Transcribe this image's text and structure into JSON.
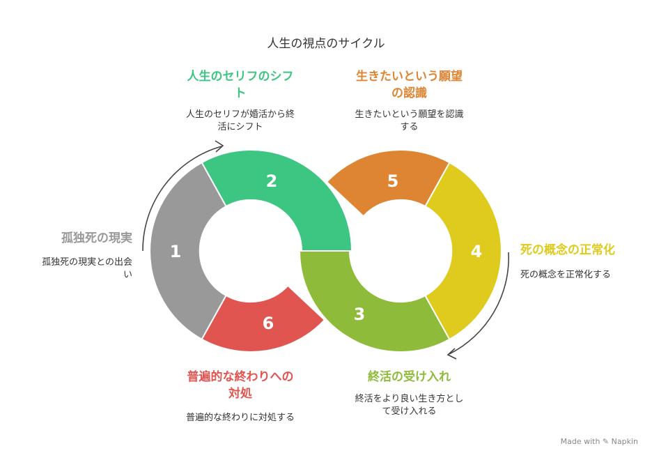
{
  "title": "人生の視点のサイクル",
  "colors": {
    "seg1": "#999999",
    "seg2": "#3dc582",
    "seg3": "#8fbb3b",
    "seg4": "#decb1e",
    "seg5": "#de8533",
    "seg6": "#e15551",
    "arrow": "#444444"
  },
  "steps": [
    {
      "num": "1",
      "heading": "孤独死の現実",
      "desc_lines": [
        "孤独死の現実との出会",
        "い"
      ]
    },
    {
      "num": "2",
      "heading_lines": [
        "人生のセリフのシフ",
        "ト"
      ],
      "desc_lines": [
        "人生のセリフが婚活から終",
        "活にシフト"
      ]
    },
    {
      "num": "3",
      "heading": "終活の受け入れ",
      "desc_lines": [
        "終活をより良い生き方とし",
        "て受け入れる"
      ]
    },
    {
      "num": "4",
      "heading": "死の概念の正常化",
      "desc": "死の概念を正常化する"
    },
    {
      "num": "5",
      "heading_lines": [
        "生きたいという願望",
        "の認識"
      ],
      "desc_lines": [
        "生きたいという願望を認識",
        "する"
      ]
    },
    {
      "num": "6",
      "heading_lines": [
        "普遍的な終わりへの",
        "対処"
      ],
      "desc": "普遍的な終わりに対処する"
    }
  ],
  "footer": "Made with ✎ Napkin"
}
